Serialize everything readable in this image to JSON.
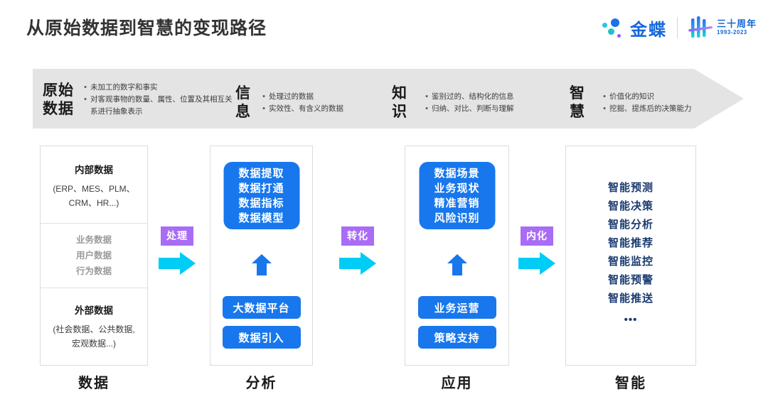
{
  "header": {
    "title": "从原始数据到智慧的变现路径",
    "brand_name": "金蝶",
    "anniversary_main": "三十周年",
    "anniversary_years": "1993-2023",
    "colors": {
      "brand_blue": "#1568d8",
      "accent_cyan": "#25c6e8",
      "accent_purple": "#8a5cf6"
    }
  },
  "banner": {
    "segments": [
      {
        "title": "原始\n数据",
        "bullets": [
          "未加工的数字和事实",
          "对客观事物的数量、属性、位置及其相互关系进行抽象表示"
        ]
      },
      {
        "title": "信\n息",
        "bullets": [
          "处理过的数据",
          "实效性、有含义的数据"
        ]
      },
      {
        "title": "知\n识",
        "bullets": [
          "鉴别过的、结构化的信息",
          "归纳、对比、判断与理解"
        ]
      },
      {
        "title": "智\n慧",
        "bullets": [
          "价值化的知识",
          "挖掘、提炼后的决策能力"
        ]
      }
    ]
  },
  "columns": [
    {
      "label": "数据",
      "card": {
        "top_heading": "内部数据",
        "top_sub_line1": "(ERP、MES、PLM、",
        "top_sub_line2": "CRM、HR...)",
        "middle_items": [
          "业务数据",
          "用户数据",
          "行为数据"
        ],
        "bottom_heading": "外部数据",
        "bottom_sub_line1": "(社会数据、公共数据,",
        "bottom_sub_line2": "宏观数据...)"
      }
    },
    {
      "label": "分析",
      "card": {
        "box_items": [
          "数据提取",
          "数据打通",
          "数据指标",
          "数据模型"
        ],
        "pill_1": "大数据平台",
        "pill_2": "数据引入"
      }
    },
    {
      "label": "应用",
      "card": {
        "box_items": [
          "数据场景",
          "业务现状",
          "精准营销",
          "风险识别"
        ],
        "pill_1": "业务运营",
        "pill_2": "策略支持"
      }
    },
    {
      "label": "智能",
      "card": {
        "items": [
          "智能预测",
          "智能决策",
          "智能分析",
          "智能推荐",
          "智能监控",
          "智能预警",
          "智能推送"
        ],
        "ellipsis": "•••"
      }
    }
  ],
  "connectors": [
    {
      "label": "处理"
    },
    {
      "label": "转化"
    },
    {
      "label": "内化"
    }
  ],
  "palette": {
    "blue": "#1877ec",
    "purple": "#a86cf5",
    "cyan_arrow": "#00cdf5",
    "navy_text": "#1b3a70",
    "banner_gray": "#e4e4e4"
  }
}
